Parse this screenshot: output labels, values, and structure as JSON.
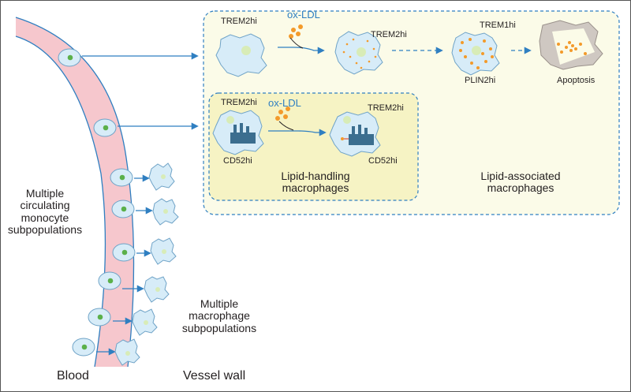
{
  "labels": {
    "trem2hi": "TREM2hi",
    "trem1hi": "TREM1hi",
    "plin2hi": "PLIN2hi",
    "cd52hi": "CD52hi",
    "oxldl": "ox-LDL",
    "apoptosis": "Apoptosis",
    "lipid_handling_l1": "Lipid-handling",
    "lipid_handling_l2": "macrophages",
    "lipid_assoc_l1": "Lipid-associated",
    "lipid_assoc_l2": "macrophages",
    "monocyte_l1": "Multiple",
    "monocyte_l2": "circulating",
    "monocyte_l3": "monocyte",
    "monocyte_l4": "subpopulations",
    "macrophage_l1": "Multiple",
    "macrophage_l2": "macrophage",
    "macrophage_l3": "subpopulations",
    "blood": "Blood",
    "vessel_wall": "Vessel wall"
  },
  "colors": {
    "vessel_fill": "#f6c7cd",
    "vessel_edge": "#2f7fc1",
    "cell_fill": "#d7ecf8",
    "cell_edge": "#6fa3c7",
    "nucleus": "#5bb04a",
    "macro_nucleus": "#d8ecb7",
    "arrow": "#2f7fc1",
    "outer_box_fill": "#fbfbe8",
    "inner_box_fill": "#f6f3c4",
    "lipid_droplet": "#f39a2a"
  }
}
